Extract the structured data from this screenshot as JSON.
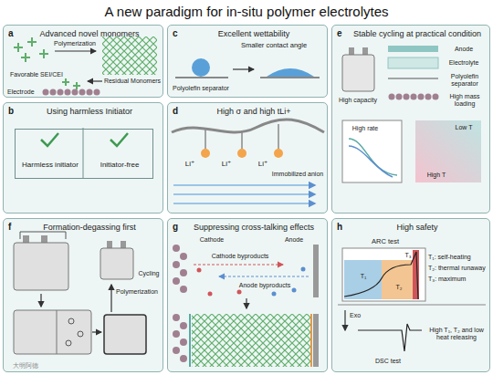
{
  "diagram": {
    "title": "A new paradigm for in-situ polymer electrolytes",
    "nodes": [
      {
        "text": [
          "a",
          "Advanced novel monomers"
        ]
      },
      {
        "text": [
          "b",
          "Using harmless Initiator"
        ]
      },
      {
        "text": [
          "Harmless initiator",
          "Initiator-free"
        ],
        "in": 1
      },
      {
        "text": [
          "c",
          "Excellent wettability"
        ]
      },
      {
        "text": [
          "d",
          "High σ and high tLi+"
        ]
      },
      {
        "text": [
          "e",
          "Stable cycling at practical condition"
        ]
      },
      {
        "text": [
          "f",
          "Formation-degassing first"
        ]
      },
      {
        "text": [
          "g",
          "Suppressing cross-talking effects"
        ]
      },
      {
        "text": [
          "h",
          "High safety"
        ]
      }
    ],
    "labels": [
      "Polymerization",
      "Favorable SEI/CEI",
      "Residual Monomers",
      "Electrode",
      "Smaller contact angle",
      "Polyolefin separator",
      "Li⁺",
      "Li⁺",
      "Li⁺",
      "Immobilized anion",
      "High capacity",
      "Anode",
      "Electrolyte",
      "Polyolefin separator",
      "High mass loading",
      "High rate",
      "Low T",
      "High T",
      "Cycling",
      "Polymerization",
      "Cathode",
      "Anode",
      "Cathode byproducts",
      "Anode byproducts",
      "ARC test",
      "T₃",
      "T₁",
      "T₂",
      "T₁: self-heating",
      "T₂: thermal runaway",
      "T₃: maximum",
      "Exo",
      "DSC test",
      "High T₁, T₂ and low heat releasing",
      "大明阿德"
    ]
  }
}
